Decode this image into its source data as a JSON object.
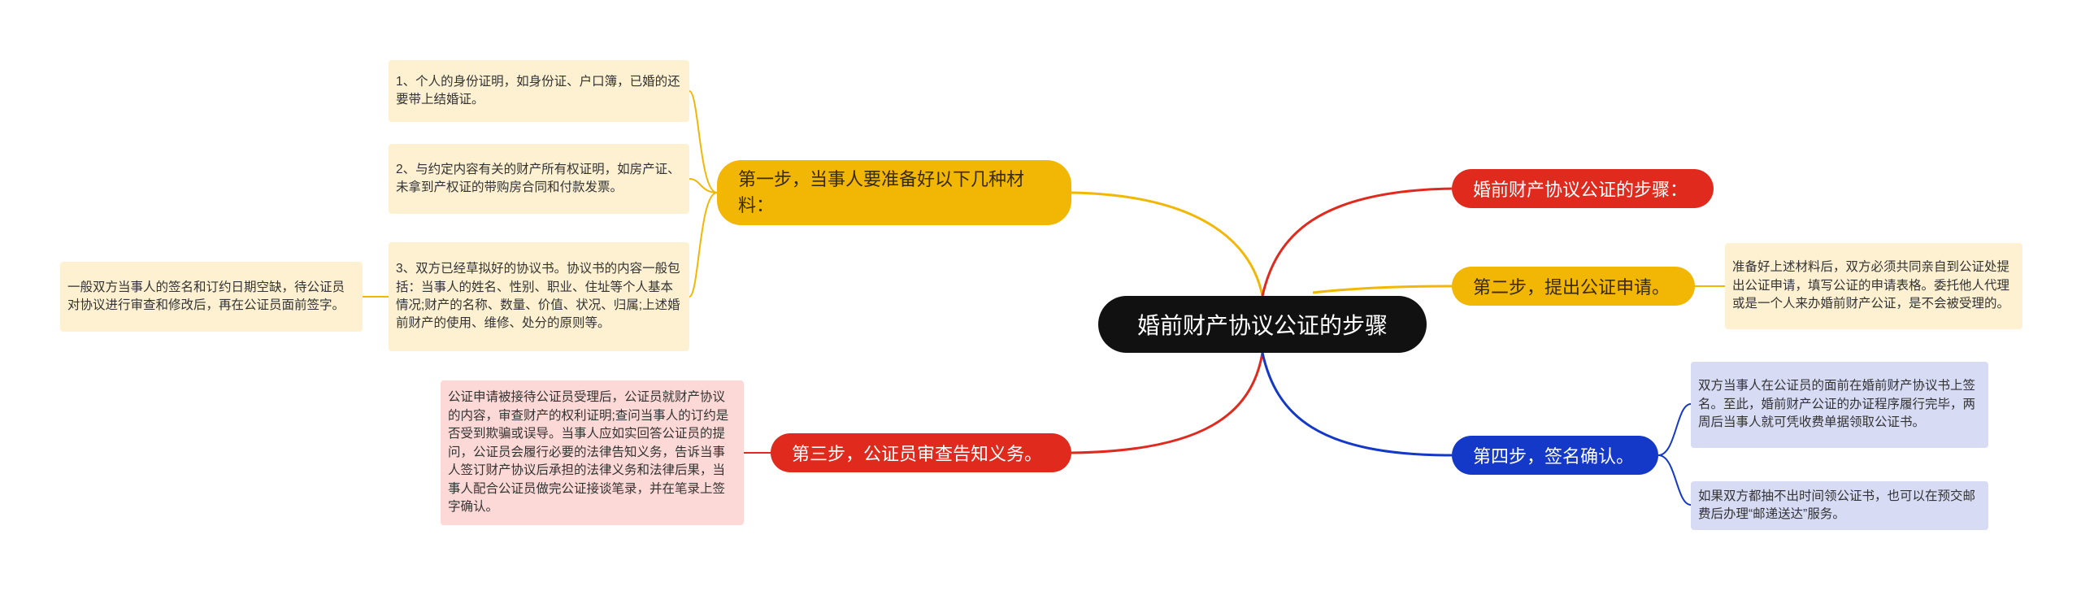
{
  "colors": {
    "yellow": "#F2B705",
    "red": "#E12A1E",
    "blue": "#1438C8",
    "root": "#111111"
  },
  "root": {
    "label": "婚前财产协议公证的步骤"
  },
  "branches": {
    "step1": {
      "label": "第一步，当事人要准备好以下几种材料：",
      "children": [
        "1、个人的身份证明，如身份证、户口簿，已婚的还要带上结婚证。",
        "2、与约定内容有关的财产所有权证明，如房产证、未拿到产权证的带购房合同和付款发票。",
        "3、双方已经草拟好的协议书。协议书的内容一般包括：当事人的姓名、性别、职业、住址等个人基本情况;财产的名称、数量、价值、状况、归属;上述婚前财产的使用、维修、处分的原则等。"
      ],
      "sub_child": "一般双方当事人的签名和订约日期空缺，待公证员对协议进行审查和修改后，再在公证员面前签字。"
    },
    "step3": {
      "label": "第三步，公证员审查告知义务。",
      "children": [
        "公证申请被接待公证员受理后，公证员就财产协议的内容，审查财产的权利证明;查问当事人的订约是否受到欺骗或误导。当事人应如实回答公证员的提问，公证员会履行必要的法律告知义务，告诉当事人签订财产协议后承担的法律义务和法律后果，当事人配合公证员做完公证接谈笔录，并在笔录上签字确认。"
      ]
    },
    "steps_header": {
      "label": "婚前财产协议公证的步骤："
    },
    "step2": {
      "label": "第二步，提出公证申请。",
      "children": [
        "准备好上述材料后，双方必须共同亲自到公证处提出公证申请，填写公证的申请表格。委托他人代理或是一个人来办婚前财产公证，是不会被受理的。"
      ]
    },
    "step4": {
      "label": "第四步，签名确认。",
      "children": [
        "双方当事人在公证员的面前在婚前财产协议书上签名。至此，婚前财产公证的办证程序履行完毕，两周后当事人就可凭收费单据领取公证书。",
        "如果双方都抽不出时间领公证书，也可以在预交邮费后办理“邮递送达”服务。"
      ]
    }
  }
}
